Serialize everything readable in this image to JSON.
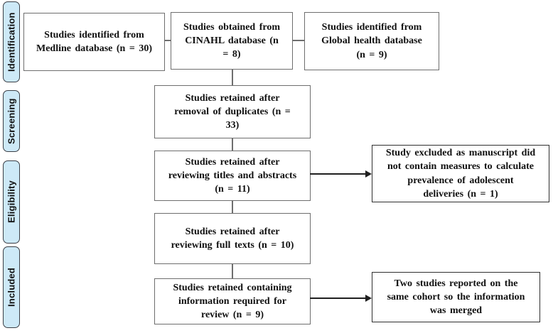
{
  "stages": {
    "identification": "Identification",
    "screening": "Screening",
    "eligibility": "Eligibility",
    "included": "Included"
  },
  "boxes": {
    "medline": "Studies identified from\nMedline database (n = 30)",
    "cinahl": "Studies obtained from\nCINAHL database (n\n= 8)",
    "global_health": "Studies identified from\nGlobal health database\n(n = 9)",
    "duplicates": "Studies retained after\nremoval of duplicates (n =\n33)",
    "titles_abstracts": "Studies retained after\nreviewing titles and abstracts\n(n = 11)",
    "excluded": "Study excluded as manuscript did\nnot contain measures to calculate\nprevalence of adolescent\ndeliveries (n = 1)",
    "full_texts": "Studies retained after\nreviewing full texts (n = 10)",
    "review": "Studies retained containing\ninformation required for\nreview (n = 9)",
    "merged": "Two studies reported on the\nsame cohort so the information\nwas merged"
  },
  "colors": {
    "stage_fill": "#cde9f7",
    "stage_border": "#3b3f46",
    "box_border": "#6e6e6e",
    "callout_border": "#2f2f2f",
    "connector": "#6e6e6e",
    "arrow": "#1f1f1f",
    "text": "#101010",
    "background": "#ffffff"
  }
}
